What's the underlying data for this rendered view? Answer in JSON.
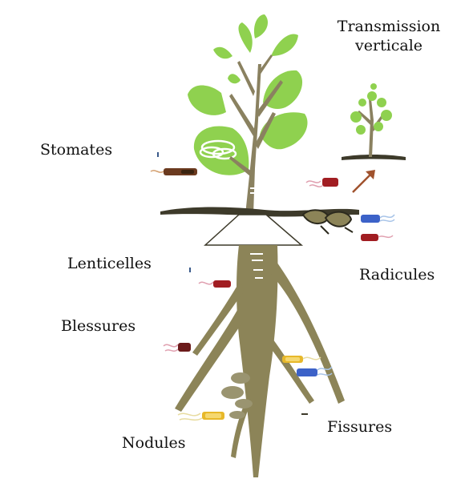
{
  "labels": {
    "transmission_line1": "Transmission",
    "transmission_line2": "verticale",
    "stomates": "Stomates",
    "lenticelles": "Lenticelles",
    "radicules": "Radicules",
    "blessures": "Blessures",
    "fissures": "Fissures",
    "nodules": "Nodules"
  },
  "colors": {
    "leaf": "#8fd14f",
    "leaf_light": "#a6dc6a",
    "stem": "#8a8160",
    "root": "#8c8458",
    "soil": "#3d3a2a",
    "bacteria_brown": "#6b3a1f",
    "bacteria_red": "#a11d22",
    "bacteria_blue": "#3c62c8",
    "bacteria_yellow": "#e7b82a",
    "flagella_pink": "#e0a0b0",
    "flagella_blue": "#a8c4e8",
    "flagella_yellow": "#e8dca0",
    "arrow": "#a0522d"
  }
}
